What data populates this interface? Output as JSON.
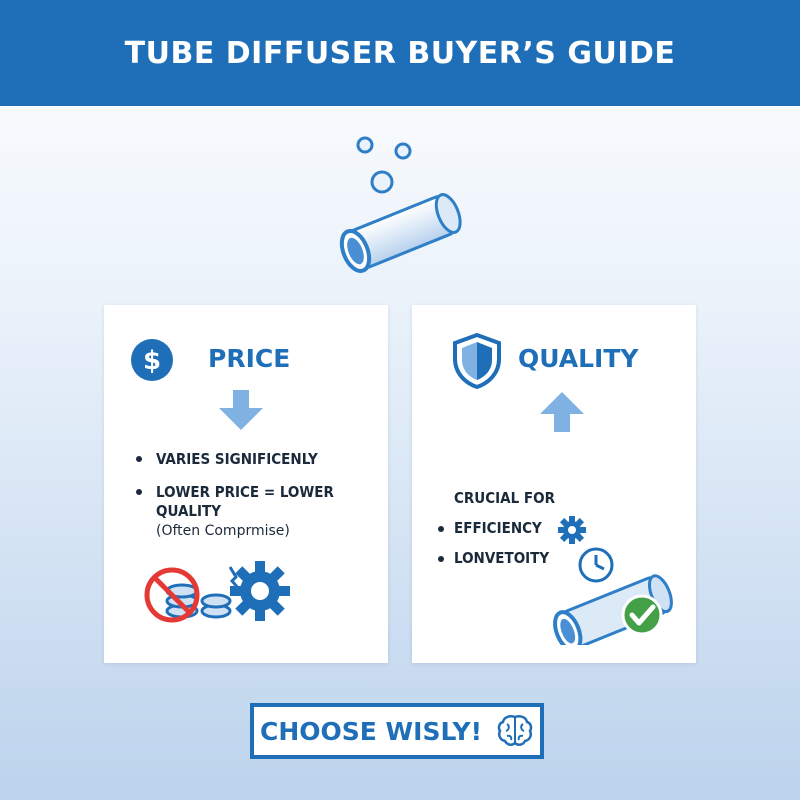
{
  "header": {
    "title": "TUBE DIFFUSER BUYER’S GUIDE"
  },
  "price_card": {
    "title": "PRICE",
    "icon": "dollar-icon",
    "arrow": "down",
    "bullets": [
      "VARIES SIGNIFICENLY",
      "LOWER PRICE = LOWER",
      "QUALITY"
    ],
    "note": "(Often Comprmise)"
  },
  "quality_card": {
    "title": "QUALITY",
    "icon": "shield-icon",
    "arrow": "up",
    "intro": "CRUCIAL FOR",
    "bullets": [
      "EFFICIENCY",
      "LONVETOITY"
    ]
  },
  "cta": {
    "label": "CHOOSE WISLY!",
    "icon": "brain-icon"
  },
  "colors": {
    "primary": "#1f6fb8",
    "light_blue": "#7fb1e3",
    "red": "#e53935",
    "green": "#43a047"
  }
}
